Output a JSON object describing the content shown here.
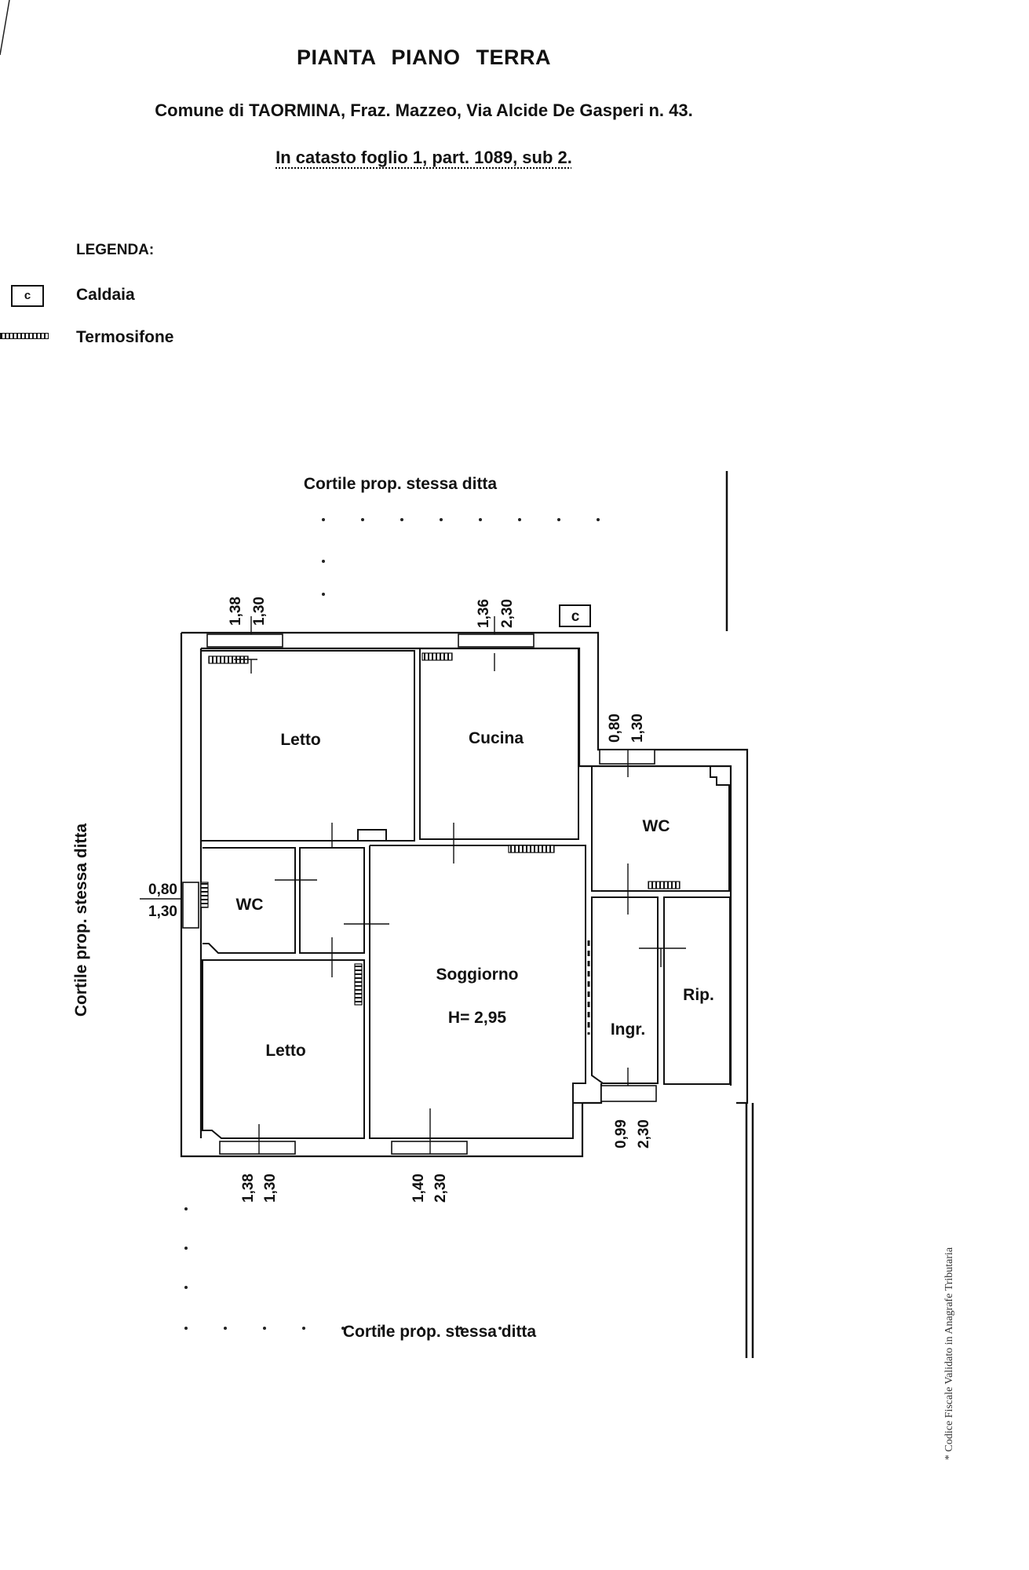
{
  "header": {
    "title": "PIANTA PIANO TERRA",
    "address": "Comune di TAORMINA, Fraz. Mazzeo, Via Alcide De Gasperi n. 43.",
    "cadastre": "In catasto foglio 1, part. 1089, sub 2."
  },
  "legend": {
    "heading": "LEGENDA:",
    "items": [
      {
        "symbol": "c",
        "label": "Caldaia"
      },
      {
        "label": "Termosifone"
      }
    ]
  },
  "plan": {
    "surroundings": {
      "top": "Cortile prop. stessa ditta",
      "bottom": "Cortile prop. stessa ditta",
      "left": "Cortile prop. stessa ditta"
    },
    "rooms": {
      "letto_top": "Letto",
      "cucina": "Cucina",
      "wc_right": "WC",
      "wc_left": "WC",
      "soggiorno": "Soggiorno",
      "height": "H= 2,95",
      "letto_bottom": "Letto",
      "ingresso": "Ingr.",
      "ripostiglio": "Rip."
    },
    "caldaia_symbol": "c",
    "dimensions": {
      "top_left_window": [
        "1,38",
        "1,30"
      ],
      "top_kitchen_window": [
        "1,36",
        "2,30"
      ],
      "right_wc_window": [
        "0,80",
        "1,30"
      ],
      "left_wc_window": [
        "0,80",
        "1,30"
      ],
      "bottom_left_window": [
        "1,38",
        "1,30"
      ],
      "bottom_door": [
        "1,40",
        "2,30"
      ],
      "entrance_door": [
        "0,99",
        "2,30"
      ]
    }
  },
  "footnote": "* Codice Fiscale Validato in Anagrafe Tributaria"
}
